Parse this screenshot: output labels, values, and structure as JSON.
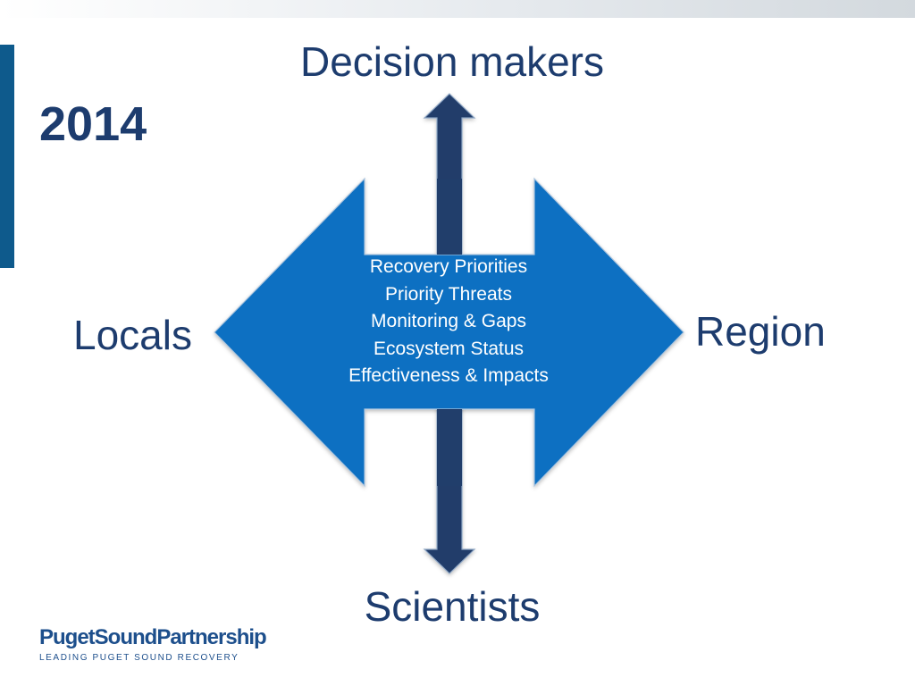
{
  "slide": {
    "year": "2014",
    "top_label": "Decision makers",
    "bottom_label": "Scientists",
    "left_label": "Locals",
    "right_label": "Region",
    "center_items": [
      "Recovery Priorities",
      "Priority Threats",
      "Monitoring & Gaps",
      "Ecosystem Status",
      "Effectiveness & Impacts"
    ]
  },
  "brand": {
    "name": "PugetSoundPartnership",
    "tagline": "LEADING PUGET SOUND RECOVERY"
  },
  "colors": {
    "horizontal_arrow": "#0a6fc2",
    "vertical_arrow": "#213e6b",
    "text_dark_blue": "#1d3c6e",
    "side_bar": "#0e5a8c"
  }
}
